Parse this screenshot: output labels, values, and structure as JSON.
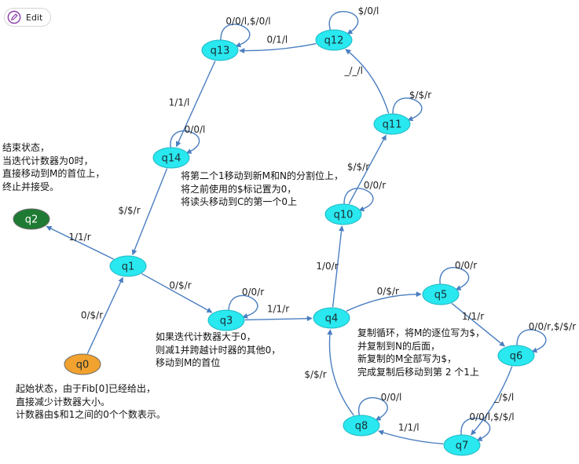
{
  "toolbar": {
    "edit_label": "Edit"
  },
  "colors": {
    "state_fill": "#29e8ef",
    "final_fill": "#1f7b34",
    "start_fill": "#f2a22f",
    "edge": "#4a7ec0"
  },
  "states": [
    {
      "id": "q0",
      "label": "q0",
      "kind": "start"
    },
    {
      "id": "q1",
      "label": "q1",
      "kind": "normal"
    },
    {
      "id": "q2",
      "label": "q2",
      "kind": "final"
    },
    {
      "id": "q3",
      "label": "q3",
      "kind": "normal"
    },
    {
      "id": "q4",
      "label": "q4",
      "kind": "normal"
    },
    {
      "id": "q5",
      "label": "q5",
      "kind": "normal"
    },
    {
      "id": "q6",
      "label": "q6",
      "kind": "normal"
    },
    {
      "id": "q7",
      "label": "q7",
      "kind": "normal"
    },
    {
      "id": "q8",
      "label": "q8",
      "kind": "normal"
    },
    {
      "id": "q10",
      "label": "q10",
      "kind": "normal"
    },
    {
      "id": "q11",
      "label": "q11",
      "kind": "normal"
    },
    {
      "id": "q12",
      "label": "q12",
      "kind": "normal"
    },
    {
      "id": "q13",
      "label": "q13",
      "kind": "normal"
    },
    {
      "id": "q14",
      "label": "q14",
      "kind": "normal"
    }
  ],
  "transitions": [
    {
      "from": "q0",
      "to": "q1",
      "label": "0/$/r"
    },
    {
      "from": "q1",
      "to": "q2",
      "label": "1/1/r"
    },
    {
      "from": "q1",
      "to": "q3",
      "label": "0/$/r"
    },
    {
      "from": "q3",
      "to": "q3",
      "label": "0/0/r"
    },
    {
      "from": "q3",
      "to": "q4",
      "label": "1/1/r"
    },
    {
      "from": "q4",
      "to": "q5",
      "label": "0/$/r"
    },
    {
      "from": "q5",
      "to": "q5",
      "label": "0/0/r"
    },
    {
      "from": "q5",
      "to": "q6",
      "label": "1/1/r"
    },
    {
      "from": "q6",
      "to": "q6",
      "label": "0/0/r,$/$/r"
    },
    {
      "from": "q6",
      "to": "q7",
      "label": "_/$/l"
    },
    {
      "from": "q7",
      "to": "q7",
      "label": "0/0/l,$/$/l"
    },
    {
      "from": "q7",
      "to": "q8",
      "label": "1/1/l"
    },
    {
      "from": "q8",
      "to": "q8",
      "label": "0/0/l"
    },
    {
      "from": "q8",
      "to": "q4",
      "label": "$/$/r"
    },
    {
      "from": "q4",
      "to": "q10",
      "label": "1/0/r"
    },
    {
      "from": "q10",
      "to": "q10",
      "label": "0/0/r"
    },
    {
      "from": "q10",
      "to": "q11",
      "label": "$/$/r"
    },
    {
      "from": "q11",
      "to": "q11",
      "label": "$/$/r"
    },
    {
      "from": "q11",
      "to": "q12",
      "label": "_/_/l"
    },
    {
      "from": "q12",
      "to": "q12",
      "label": "$/0/l"
    },
    {
      "from": "q12",
      "to": "q13",
      "label": "0/1/l"
    },
    {
      "from": "q13",
      "to": "q13",
      "label": "0/0/l,$/0/l"
    },
    {
      "from": "q13",
      "to": "q14",
      "label": "1/1/l"
    },
    {
      "from": "q14",
      "to": "q14",
      "label": "0/0/l"
    },
    {
      "from": "q14",
      "to": "q1",
      "label": "$/$/r"
    }
  ],
  "notes": {
    "end_state": [
      "结束状态，",
      "当迭代计数器为0时，",
      "直接移动到M的首位上，",
      "终止并接受。"
    ],
    "move_split": [
      "将第二个1移动到新M和N的分割位上，",
      "将之前使用的$标记置为0，",
      "将读头移动到C的第一个0上"
    ],
    "decrement": [
      "如果迭代计数器大于0，",
      "则减1并跨越计时器的其他0，",
      "移动到M的首位"
    ],
    "copy_loop": [
      "复制循环，将M的逐位写为$，",
      "并复制到N的后面，",
      "新复制的M全部写为$，",
      "完成复制后移动到第 2 个1上"
    ],
    "start_state": [
      "起始状态，由于Fib[0]已经给出，",
      "直接减少计数器大小。",
      "计数器由$和1之间的0个个数表示。"
    ]
  }
}
